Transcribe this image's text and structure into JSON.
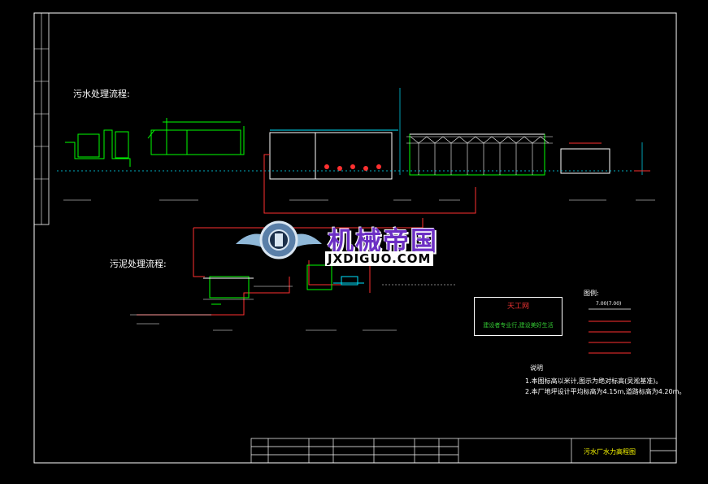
{
  "drawing": {
    "sewage_section_title": "污水处理流程:",
    "sludge_section_title": "污泥处理流程:",
    "legend_title": "图例:",
    "legend_level_sample": "7.00(7.00)",
    "notes_title": "说明",
    "note_1": "1.本图标高以米计,图示为绝对标高(吴淞基准)。",
    "note_2": "2.本厂地坪设计平均标高为4.15m,道路标高为4.20m。",
    "title_block_name": "污水厂水力高程图"
  },
  "watermark": {
    "brand_cn": "机械帝国",
    "brand_en": "JXDIGUO.COM"
  },
  "stamp": {
    "brand": "天工网",
    "slogan": "建设者专业行,建设美好生活"
  },
  "colors": {
    "background": "#000000",
    "outline": "#ffffff",
    "sewage_line": "#00ff00",
    "sludge_line": "#ff3030",
    "dimension": "#00e5ff",
    "label": "#ffff00",
    "watermark": "#6c2fc4"
  }
}
